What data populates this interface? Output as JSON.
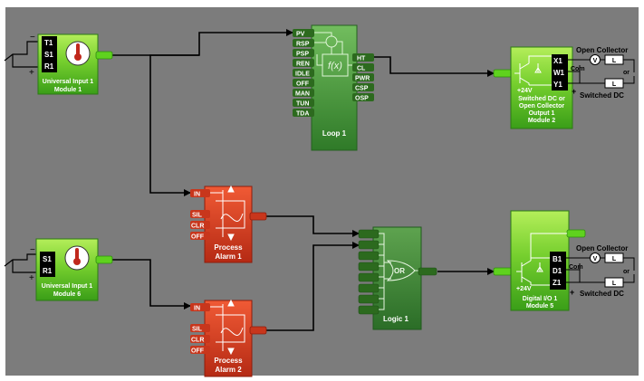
{
  "colors": {
    "background": "#7c7c7c",
    "wire": "#000000",
    "green_light": "#8fdc3c",
    "green_dark": "#3aa518",
    "green_loop": "#4e9c42",
    "green_logic": "#3f8a38",
    "red_block": "#e24a2b",
    "red_pin": "#c8361c",
    "pin_dark": "#2c6a1e"
  },
  "input1": {
    "terminals": [
      "T1",
      "S1",
      "R1"
    ],
    "title": "Universal Input 1",
    "module": "Module 1",
    "polarity_minus": "−",
    "polarity_plus": "+"
  },
  "input6": {
    "terminals": [
      "S1",
      "R1"
    ],
    "title": "Universal Input 1",
    "module": "Module 6",
    "polarity_minus": "−",
    "polarity_plus": "+"
  },
  "loop": {
    "inputs": [
      "PV",
      "RSP",
      "PSP",
      "REN",
      "IDLE",
      "OFF",
      "MAN",
      "TUN",
      "TDA"
    ],
    "outputs": [
      "HT",
      "CL",
      "PWR",
      "CSP",
      "OSP"
    ],
    "function_label": "f(x)",
    "title": "Loop 1"
  },
  "alarm1": {
    "inputs": [
      "IN",
      "SIL",
      "CLR",
      "OFF"
    ],
    "title": "Process",
    "subtitle": "Alarm 1"
  },
  "alarm2": {
    "inputs": [
      "IN",
      "SIL",
      "CLR",
      "OFF"
    ],
    "title": "Process",
    "subtitle": "Alarm 2"
  },
  "logic": {
    "gate_label": "OR",
    "title": "Logic 1"
  },
  "output1": {
    "terminals": [
      "X1",
      "W1",
      "Y1"
    ],
    "com_label": "Com",
    "supply_label": "+24V",
    "line1": "Switched DC or",
    "line2": "Open Collector",
    "line3": "Output 1",
    "line4": "Module 2",
    "plus": "+",
    "open_collector_label": "Open Collector",
    "switched_dc_label": "Switched DC",
    "or_label": "or",
    "v_label": "V",
    "l_label": "L"
  },
  "digital": {
    "terminals": [
      "B1",
      "D1",
      "Z1"
    ],
    "com_label": "Com",
    "supply_label": "+24V",
    "line1": "Digital I/O 1",
    "line2": "Module 5",
    "plus": "+",
    "open_collector_label": "Open Collector",
    "switched_dc_label": "Switched DC",
    "or_label": "or",
    "v_label": "V",
    "l_label": "L"
  }
}
